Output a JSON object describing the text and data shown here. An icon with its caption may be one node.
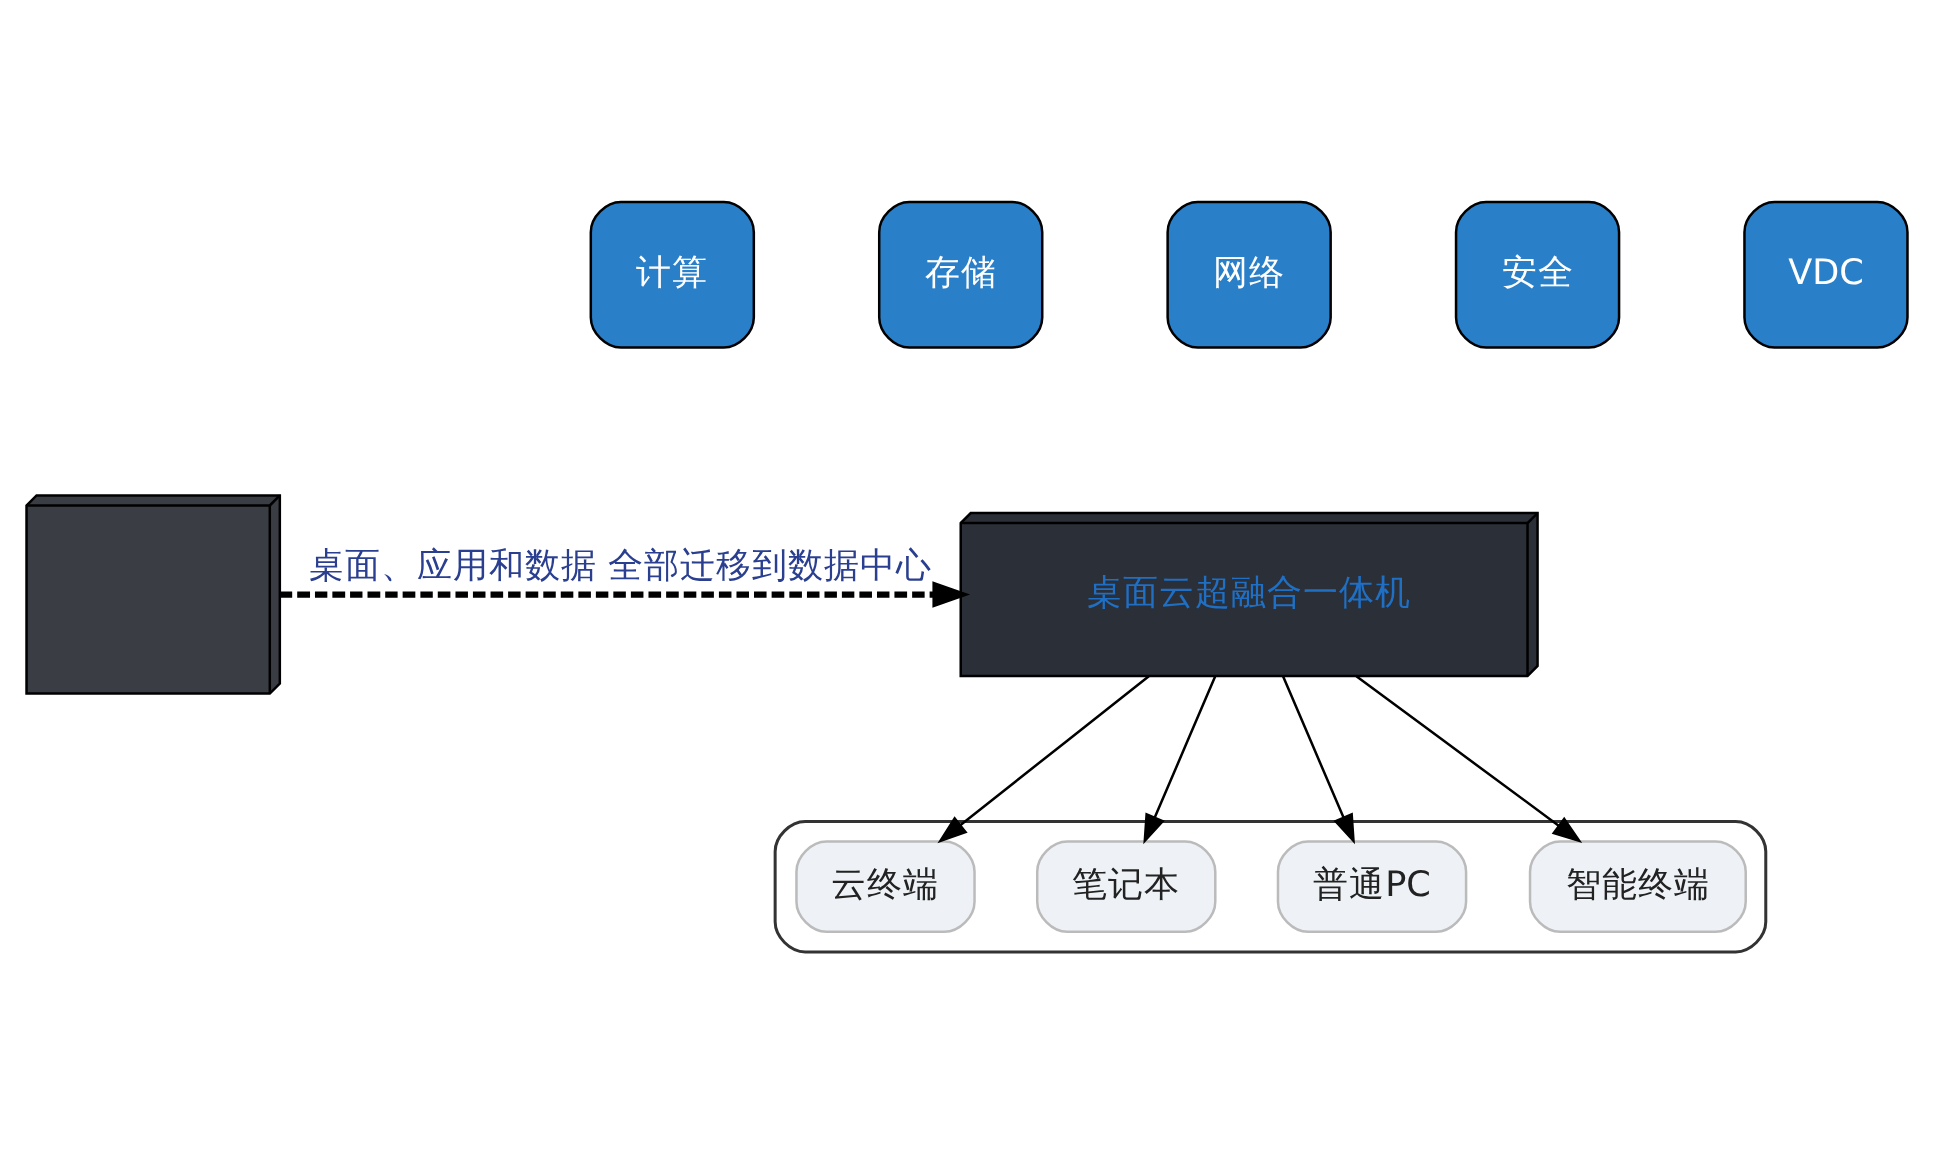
{
  "diagram": {
    "nodes": [
      {
        "text": [],
        "shape": "picture"
      },
      {
        "text": [
          "桌面云超融合一体机"
        ]
      },
      {
        "text": [
          "计算"
        ]
      },
      {
        "text": [
          "存储"
        ]
      },
      {
        "text": [
          "网络"
        ]
      },
      {
        "text": [
          "安全"
        ]
      },
      {
        "text": [
          "VDC"
        ]
      },
      {
        "text": [],
        "shape": "box"
      },
      {
        "text": [
          "云终端"
        ],
        "in": 7
      },
      {
        "text": [
          "笔记本"
        ],
        "in": 7
      },
      {
        "text": [
          "普通PC"
        ],
        "in": 7
      },
      {
        "text": [
          "智能终端"
        ],
        "in": 7
      }
    ],
    "edges": [
      {
        "from": 0,
        "to": 1,
        "arrow": "to",
        "style": "dashed",
        "label": "桌面、应用和数据 全部迁移到数据中心"
      },
      {
        "from": 1,
        "to": 8,
        "arrow": "to"
      },
      {
        "from": 1,
        "to": 9,
        "arrow": "to"
      },
      {
        "from": 1,
        "to": 10,
        "arrow": "to"
      },
      {
        "from": 1,
        "to": 11,
        "arrow": "to"
      }
    ]
  }
}
